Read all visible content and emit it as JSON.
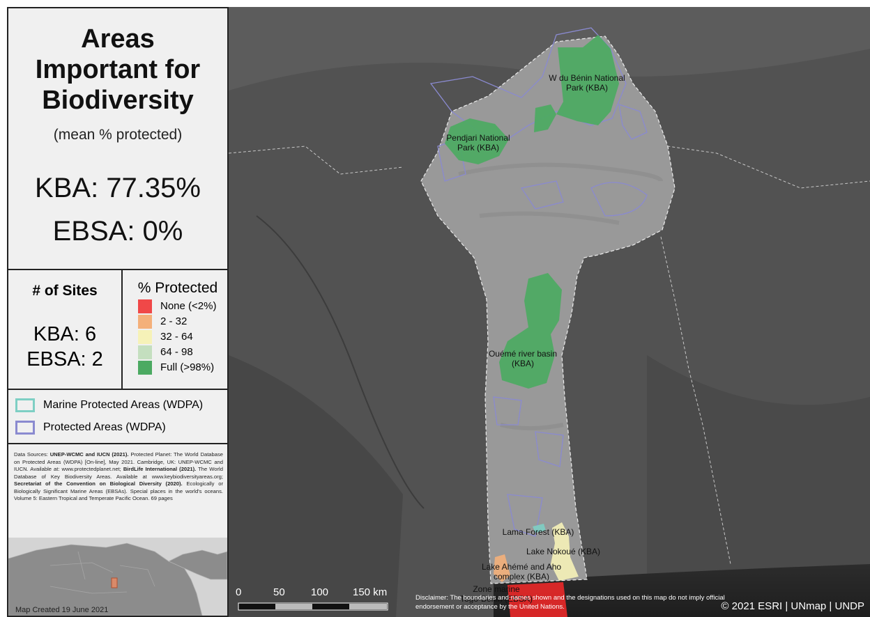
{
  "panel": {
    "title_line1": "Areas",
    "title_line2": "Important for",
    "title_line3": "Biodiversity",
    "subtitle": "(mean % protected)",
    "kba_pct": "KBA: 77.35%",
    "ebsa_pct": "EBSA: 0%"
  },
  "sites": {
    "title": "# of Sites",
    "kba": "KBA: 6",
    "ebsa": "EBSA: 2"
  },
  "legend": {
    "title": "% Protected",
    "items": [
      {
        "label": "None (<2%)",
        "color": "#f04848"
      },
      {
        "label": "2 - 32",
        "color": "#f4b07a"
      },
      {
        "label": "32 - 64",
        "color": "#f6f2b8"
      },
      {
        "label": "64 - 98",
        "color": "#c4dfbf"
      },
      {
        "label": "Full (>98%)",
        "color": "#4caa62"
      }
    ],
    "marine_pa": "Marine Protected Areas (WDPA)",
    "marine_pa_color": "#7ecfc4",
    "pa": "Protected Areas (WDPA)",
    "pa_color": "#8a8ad0"
  },
  "sources": {
    "p1": "Data Sources: ",
    "b1": "UNEP-WCMC and IUCN (2021).",
    "p2": " Protected Planet: The World Database on Protected Areas (WDPA) [On-line], May 2021. Cambridge, UK: UNEP-WCMC and IUCN. Available at: www.protectedplanet.net; ",
    "b2": "BirdLife International (2021).",
    "p3": " The World Database of Key Biodiversity Areas. Available at www.keybiodiversityareas.org; ",
    "b3": "Secretariat of the Convention on Biological Diversity (2020).",
    "p4": " Ecologically or Biologically Significant Marine Areas (EBSAs). Special places in the world's oceans. Volume 5: Eastern Tropical and Temperate Pacific Ocean. 69 pages"
  },
  "inset": {
    "created": "Map Created 19 June 2021"
  },
  "map": {
    "labels": {
      "w_du_benin_1": "W du Bénin National",
      "w_du_benin_2": "Park (KBA)",
      "pendjari_1": "Pendjari National",
      "pendjari_2": "Park (KBA)",
      "oueme_1": "Ouémé river basin",
      "oueme_2": "(KBA)",
      "lama": "Lama Forest (KBA)",
      "nokoue": "Lake Nokoué (KBA)",
      "aheme_1": "Lake Ahémé and Aho",
      "aheme_2": "complex (KBA)",
      "zone_1": "Zone marine",
      "zone_2": "Togo-Benin (EBSA)"
    },
    "scale": [
      "0",
      "50",
      "100",
      "150 km"
    ],
    "disclaimer": "Disclaimer: The boundaries and names shown and the designations used on this map do not imply official endorsement or acceptance by the United Nations.",
    "credit": "© 2021 ESRI | UNmap | UNDP"
  }
}
